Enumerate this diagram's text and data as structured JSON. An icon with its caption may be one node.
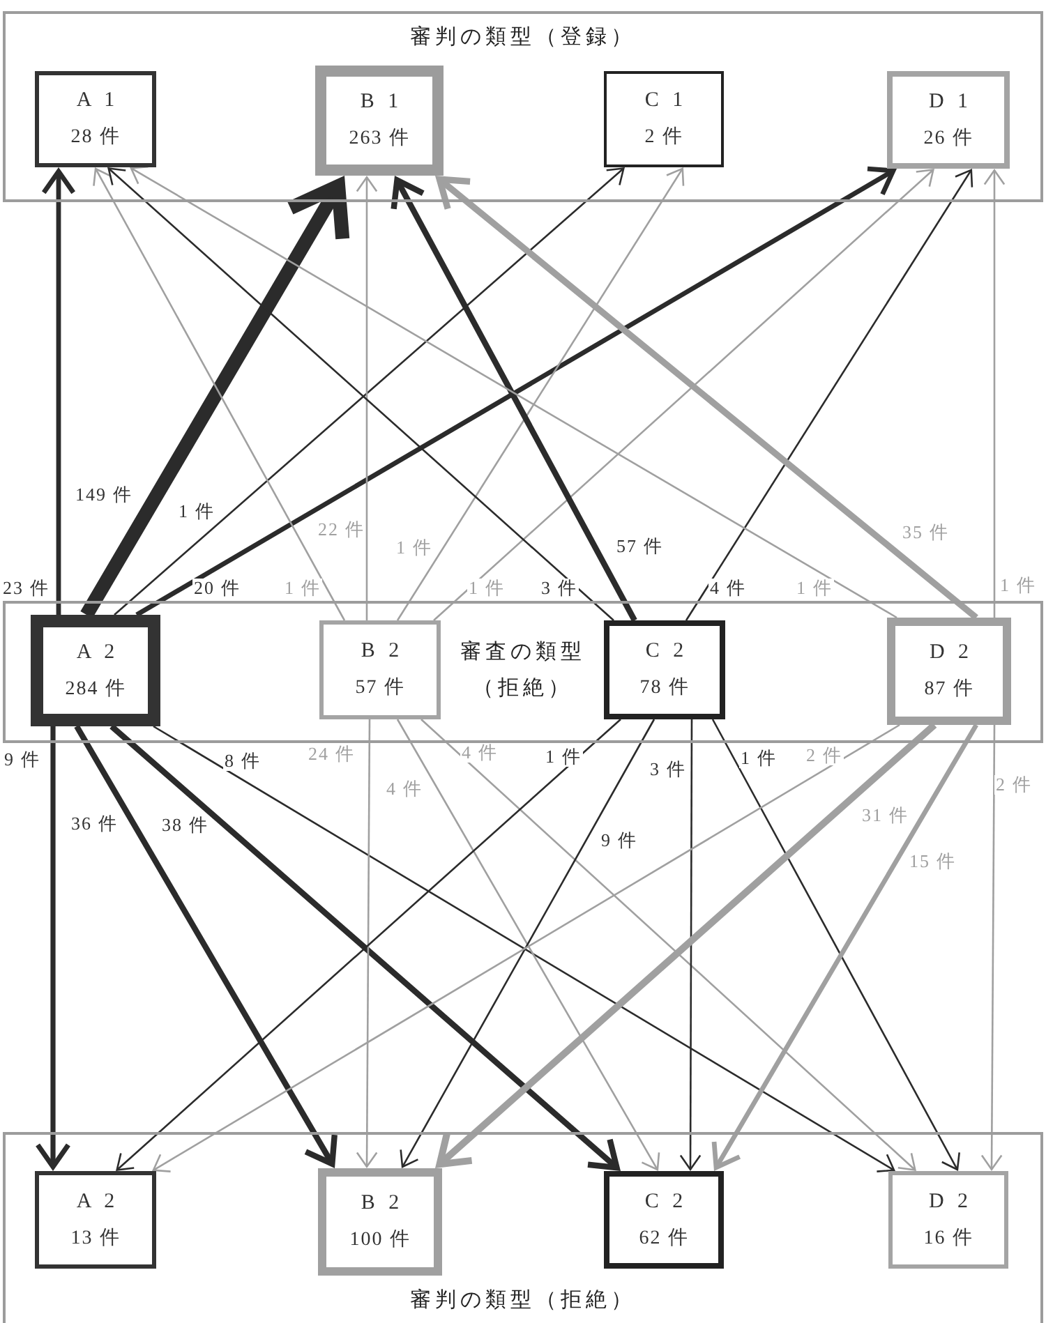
{
  "diagram": {
    "nodes": [
      {
        "text": [
          "審判の類型（登録）"
        ]
      },
      {
        "text": [
          "A 1",
          "28 件"
        ],
        "in": 0
      },
      {
        "text": [
          "B 1",
          "263 件"
        ],
        "in": 0
      },
      {
        "text": [
          "C 1",
          "2 件"
        ],
        "in": 0
      },
      {
        "text": [
          "D 1",
          "26 件"
        ],
        "in": 0
      },
      {
        "text": [
          "審査の類型（拒絶）"
        ]
      },
      {
        "text": [
          "A 2",
          "284 件"
        ],
        "in": 5
      },
      {
        "text": [
          "B 2",
          "57 件"
        ],
        "in": 5
      },
      {
        "text": [
          "C 2",
          "78 件"
        ],
        "in": 5
      },
      {
        "text": [
          "D 2",
          "87 件"
        ],
        "in": 5
      },
      {
        "text": [
          "審判の類型（拒絶）"
        ]
      },
      {
        "text": [
          "A 2",
          "13 件"
        ],
        "in": 10
      },
      {
        "text": [
          "B 2",
          "100 件"
        ],
        "in": 10
      },
      {
        "text": [
          "C 2",
          "62 件"
        ],
        "in": 10
      },
      {
        "text": [
          "D 2",
          "16 件"
        ],
        "in": 10
      }
    ],
    "edges": [
      {
        "from": 6,
        "to": 1,
        "arrow": "to",
        "label": "23 件",
        "style": "thick"
      },
      {
        "from": 6,
        "to": 2,
        "arrow": "to",
        "label": "149 件",
        "style": "thick"
      },
      {
        "from": 6,
        "to": 3,
        "arrow": "to",
        "label": "1 件"
      },
      {
        "from": 6,
        "to": 4,
        "arrow": "to",
        "label": "20 件",
        "style": "thick"
      },
      {
        "from": 7,
        "to": 1,
        "arrow": "to",
        "label": "1 件",
        "color": "#a0a0a0"
      },
      {
        "from": 7,
        "to": 2,
        "arrow": "to",
        "label": "22 件",
        "color": "#a0a0a0"
      },
      {
        "from": 7,
        "to": 3,
        "arrow": "to",
        "label": "1 件",
        "color": "#a0a0a0"
      },
      {
        "from": 7,
        "to": 4,
        "arrow": "to",
        "label": "1 件",
        "color": "#a0a0a0"
      },
      {
        "from": 8,
        "to": 1,
        "arrow": "to",
        "label": "3 件"
      },
      {
        "from": 8,
        "to": 2,
        "arrow": "to",
        "label": "57 件",
        "style": "thick"
      },
      {
        "from": 8,
        "to": 4,
        "arrow": "to",
        "label": "4 件"
      },
      {
        "from": 9,
        "to": 1,
        "arrow": "to",
        "label": "1 件",
        "color": "#a0a0a0"
      },
      {
        "from": 9,
        "to": 2,
        "arrow": "to",
        "label": "35 件",
        "style": "thick",
        "color": "#a0a0a0"
      },
      {
        "from": 9,
        "to": 4,
        "arrow": "to",
        "label": "1 件",
        "color": "#a0a0a0"
      },
      {
        "from": 6,
        "to": 11,
        "arrow": "to",
        "label": "9 件",
        "style": "thick"
      },
      {
        "from": 6,
        "to": 12,
        "arrow": "to",
        "label": "36 件",
        "style": "thick"
      },
      {
        "from": 6,
        "to": 13,
        "arrow": "to",
        "label": "38 件",
        "style": "thick"
      },
      {
        "from": 6,
        "to": 14,
        "arrow": "to",
        "label": "8 件"
      },
      {
        "from": 7,
        "to": 12,
        "arrow": "to",
        "label": "24 件",
        "color": "#a0a0a0"
      },
      {
        "from": 7,
        "to": 13,
        "arrow": "to",
        "label": "4 件",
        "color": "#a0a0a0"
      },
      {
        "from": 7,
        "to": 14,
        "arrow": "to",
        "label": "4 件",
        "color": "#a0a0a0"
      },
      {
        "from": 8,
        "to": 11,
        "arrow": "to",
        "label": "1 件"
      },
      {
        "from": 8,
        "to": 12,
        "arrow": "to",
        "label": "9 件"
      },
      {
        "from": 8,
        "to": 13,
        "arrow": "to",
        "label": "3 件"
      },
      {
        "from": 8,
        "to": 14,
        "arrow": "to",
        "label": "1 件"
      },
      {
        "from": 9,
        "to": 11,
        "arrow": "to",
        "label": "2 件",
        "color": "#a0a0a0"
      },
      {
        "from": 9,
        "to": 12,
        "arrow": "to",
        "label": "31 件",
        "style": "thick",
        "color": "#a0a0a0"
      },
      {
        "from": 9,
        "to": 13,
        "arrow": "to",
        "label": "15 件",
        "style": "thick",
        "color": "#a0a0a0"
      },
      {
        "from": 9,
        "to": 14,
        "arrow": "to",
        "label": "2 件",
        "color": "#a0a0a0"
      }
    ]
  }
}
